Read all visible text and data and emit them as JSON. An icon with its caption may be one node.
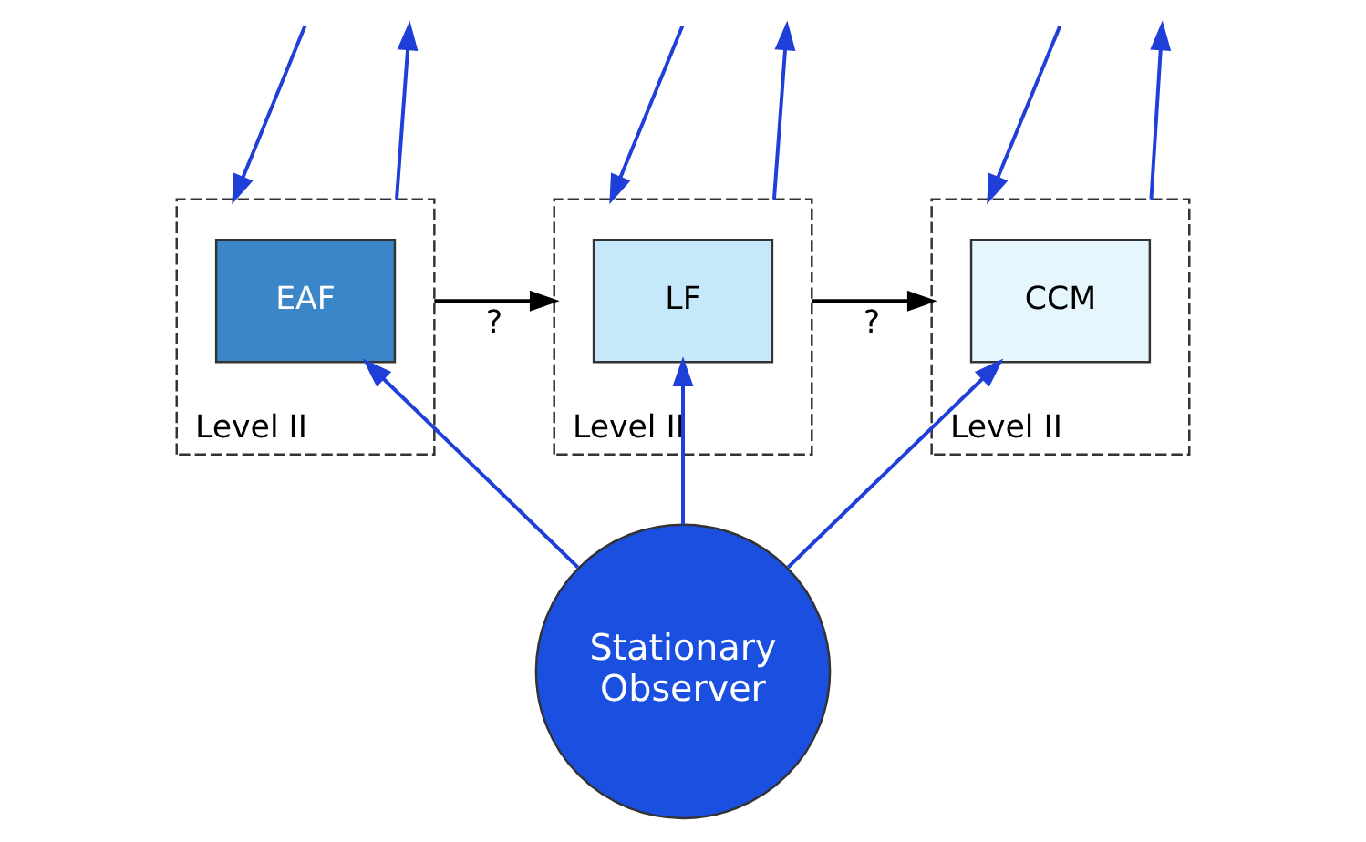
{
  "diagram": {
    "nodes": [
      {
        "text": [
          "Level II"
        ]
      },
      {
        "text": [
          "EAF"
        ],
        "in": 0
      },
      {
        "text": [
          "Level II"
        ]
      },
      {
        "text": [
          "LF"
        ],
        "in": 2
      },
      {
        "text": [
          "Level II"
        ]
      },
      {
        "text": [
          "CCM"
        ],
        "in": 4
      },
      {
        "text": [
          "Stationary Observer"
        ]
      }
    ],
    "edges": [
      {
        "from": null,
        "to": 0,
        "arrow": "to"
      },
      {
        "from": 0,
        "to": null,
        "arrow": "to"
      },
      {
        "from": null,
        "to": 2,
        "arrow": "to"
      },
      {
        "from": 2,
        "to": null,
        "arrow": "to"
      },
      {
        "from": null,
        "to": 4,
        "arrow": "to"
      },
      {
        "from": 4,
        "to": null,
        "arrow": "to"
      },
      {
        "from": 0,
        "to": 2,
        "label": "?",
        "arrow": "to",
        "color": "#000000"
      },
      {
        "from": 2,
        "to": 4,
        "label": "?",
        "arrow": "to",
        "color": "#000000"
      },
      {
        "from": 6,
        "to": 1,
        "arrow": "to"
      },
      {
        "from": 6,
        "to": 3,
        "arrow": "to"
      },
      {
        "from": 6,
        "to": 5,
        "arrow": "to"
      }
    ]
  }
}
